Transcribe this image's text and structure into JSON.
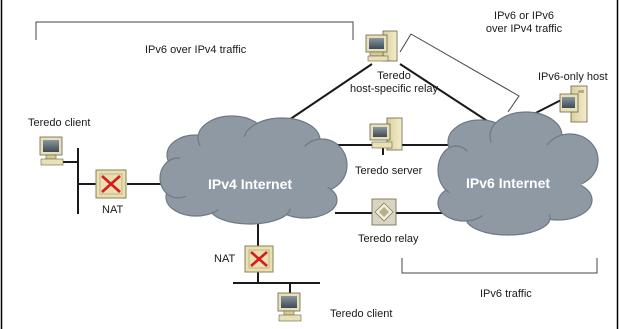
{
  "diagram": {
    "clouds": {
      "ipv4": "IPv4 Internet",
      "ipv6": "IPv6 Internet"
    },
    "brackets": {
      "ipv6_over_ipv4": "IPv6 over IPv4 traffic",
      "ipv6_or_ipv4_line1": "IPv6 or IPv6",
      "ipv6_or_ipv4_line2": "over IPv4 traffic",
      "ipv6_traffic": "IPv6 traffic"
    },
    "nodes": {
      "relay_host_line1": "Teredo",
      "relay_host_line2": "host-specific relay",
      "ipv6_only_host": "IPv6-only host",
      "teredo_client_top": "Teredo client",
      "nat_left": "NAT",
      "teredo_server": "Teredo server",
      "teredo_relay": "Teredo relay",
      "nat_bottom": "NAT",
      "teredo_client_bottom": "Teredo client"
    },
    "colors": {
      "cloud_fill": "#8e99a4",
      "cloud_stroke": "#6f7983",
      "nat_fill": "#e9dfb1",
      "nat_x": "#d21d1d",
      "computer_beige": "#e8e0b8",
      "line": "#1a1a1a"
    }
  }
}
